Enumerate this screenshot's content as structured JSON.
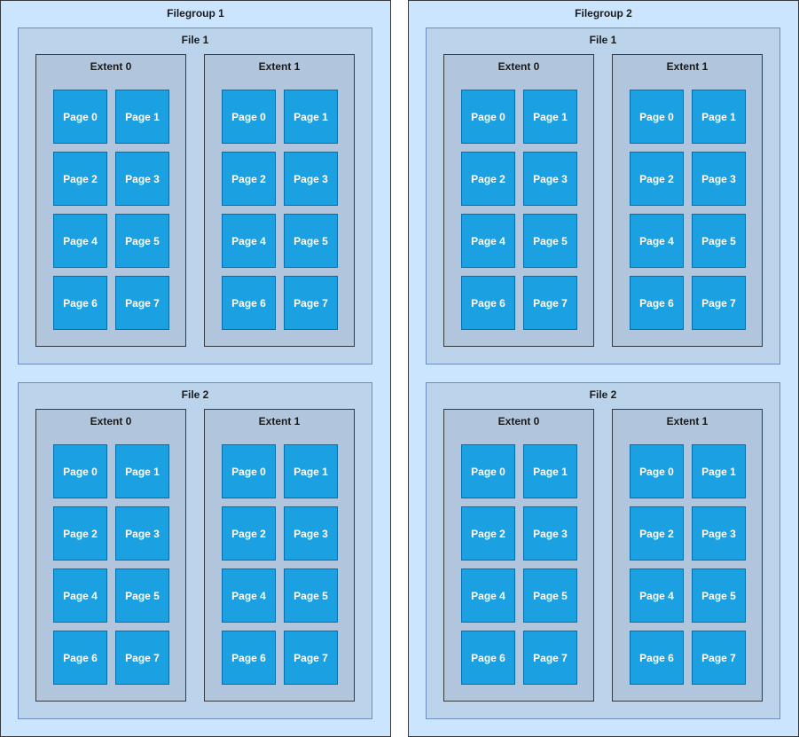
{
  "filegroups": [
    {
      "title": "Filegroup 1",
      "files": [
        {
          "title": "File 1",
          "extents": [
            {
              "title": "Extent 0",
              "pages": [
                "Page 0",
                "Page 1",
                "Page 2",
                "Page 3",
                "Page 4",
                "Page 5",
                "Page 6",
                "Page 7"
              ]
            },
            {
              "title": "Extent 1",
              "pages": [
                "Page 0",
                "Page 1",
                "Page 2",
                "Page 3",
                "Page 4",
                "Page 5",
                "Page 6",
                "Page 7"
              ]
            }
          ]
        },
        {
          "title": "File 2",
          "extents": [
            {
              "title": "Extent 0",
              "pages": [
                "Page 0",
                "Page 1",
                "Page 2",
                "Page 3",
                "Page 4",
                "Page 5",
                "Page 6",
                "Page 7"
              ]
            },
            {
              "title": "Extent 1",
              "pages": [
                "Page 0",
                "Page 1",
                "Page 2",
                "Page 3",
                "Page 4",
                "Page 5",
                "Page 6",
                "Page 7"
              ]
            }
          ]
        }
      ]
    },
    {
      "title": "Filegroup 2",
      "files": [
        {
          "title": "File 1",
          "extents": [
            {
              "title": "Extent 0",
              "pages": [
                "Page 0",
                "Page 1",
                "Page 2",
                "Page 3",
                "Page 4",
                "Page 5",
                "Page 6",
                "Page 7"
              ]
            },
            {
              "title": "Extent 1",
              "pages": [
                "Page 0",
                "Page 1",
                "Page 2",
                "Page 3",
                "Page 4",
                "Page 5",
                "Page 6",
                "Page 7"
              ]
            }
          ]
        },
        {
          "title": "File 2",
          "extents": [
            {
              "title": "Extent 0",
              "pages": [
                "Page 0",
                "Page 1",
                "Page 2",
                "Page 3",
                "Page 4",
                "Page 5",
                "Page 6",
                "Page 7"
              ]
            },
            {
              "title": "Extent 1",
              "pages": [
                "Page 0",
                "Page 1",
                "Page 2",
                "Page 3",
                "Page 4",
                "Page 5",
                "Page 6",
                "Page 7"
              ]
            }
          ]
        }
      ]
    }
  ],
  "colors": {
    "filegroup_fill": "#cce5ff",
    "file_fill": "#bcd3ec",
    "extent_fill": "#b1c6dc",
    "page_fill": "#1ba1e2",
    "page_text": "#ffffff"
  }
}
